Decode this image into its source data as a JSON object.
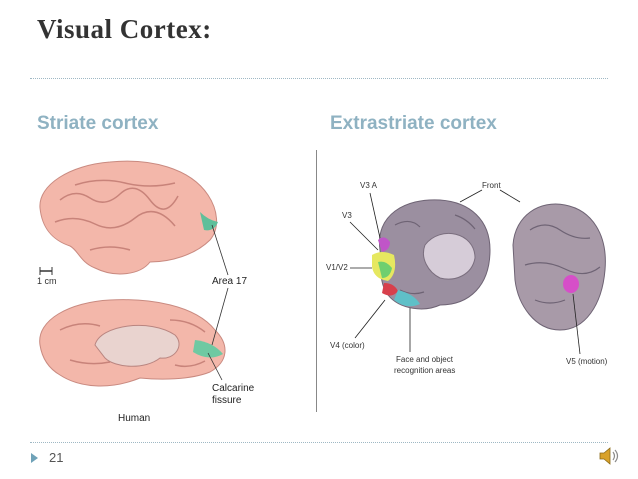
{
  "slide": {
    "title": "Visual Cortex:",
    "left_heading": "Striate cortex",
    "right_heading": "Extrastriate cortex",
    "number": "21"
  },
  "striate_figure": {
    "scale_label": "1 cm",
    "area_label": "Area 17",
    "fissure_label_line1": "Calcarine",
    "fissure_label_line2": "fissure",
    "caption": "Human"
  },
  "extrastriate_figure": {
    "labels": {
      "v3a": "V3 A",
      "v3": "V3",
      "front": "Front",
      "v1v2": "V1/V2",
      "v4": "V4 (color)",
      "face": "Face and object",
      "face2": "recognition areas",
      "v5": "V5 (motion)"
    }
  },
  "colors": {
    "accent": "#8fb2c2",
    "brain_pink": "#f2b5a8",
    "brain_purple": "#9b8fa0",
    "area_green": "#6fc9a2"
  },
  "icons": {
    "speaker": "speaker-icon",
    "bullet": "triangle-bullet-icon"
  }
}
